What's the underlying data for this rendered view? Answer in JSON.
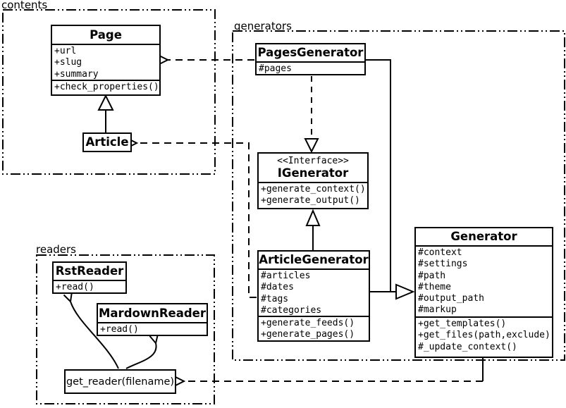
{
  "colors": {
    "line": "#000000",
    "background": "#ffffff",
    "box_fill": "#ffffff"
  },
  "packages": {
    "contents": {
      "label": "contents"
    },
    "generators": {
      "label": "generators"
    },
    "readers": {
      "label": "readers"
    }
  },
  "classes": {
    "page": {
      "title": "Page",
      "attrs": [
        "+url",
        "+slug",
        "+summary"
      ],
      "ops": [
        "+check_properties()"
      ]
    },
    "article": {
      "title": "Article"
    },
    "pages_generator": {
      "title": "PagesGenerator",
      "attrs": [
        "#pages"
      ]
    },
    "igenerator": {
      "stereotype": "<<Interface>>",
      "title": "IGenerator",
      "ops": [
        "+generate_context()",
        "+generate_output()"
      ]
    },
    "article_generator": {
      "title": "ArticleGenerator",
      "attrs": [
        "#articles",
        "#dates",
        "#tags",
        "#categories"
      ],
      "ops": [
        "+generate_feeds()",
        "+generate_pages()"
      ]
    },
    "generator": {
      "title": "Generator",
      "attrs": [
        "#context",
        "#settings",
        "#path",
        "#theme",
        "#output_path",
        "#markup"
      ],
      "ops": [
        "+get_templates()",
        "+get_files(path,exclude)",
        "#_update_context()"
      ]
    },
    "rst_reader": {
      "title": "RstReader",
      "ops": [
        "+read()"
      ]
    },
    "mardown_reader": {
      "title": "MardownReader",
      "ops": [
        "+read()"
      ]
    },
    "get_reader": {
      "label": "get_reader(filename)"
    }
  },
  "relationships": [
    {
      "from": "Article",
      "to": "Page",
      "type": "inheritance"
    },
    {
      "from": "PagesGenerator",
      "to": "Page",
      "type": "dependency"
    },
    {
      "from": "ArticleGenerator",
      "to": "Article",
      "type": "dependency"
    },
    {
      "from": "PagesGenerator",
      "to": "IGenerator",
      "type": "realization"
    },
    {
      "from": "ArticleGenerator",
      "to": "IGenerator",
      "type": "inheritance"
    },
    {
      "from": "PagesGenerator",
      "to": "Generator",
      "type": "inheritance"
    },
    {
      "from": "ArticleGenerator",
      "to": "Generator",
      "type": "inheritance"
    },
    {
      "from": "Generator",
      "to": "get_reader(filename)",
      "type": "dependency"
    },
    {
      "from": "get_reader(filename)",
      "to": "RstReader",
      "type": "dependency"
    },
    {
      "from": "get_reader(filename)",
      "to": "MardownReader",
      "type": "dependency"
    }
  ]
}
